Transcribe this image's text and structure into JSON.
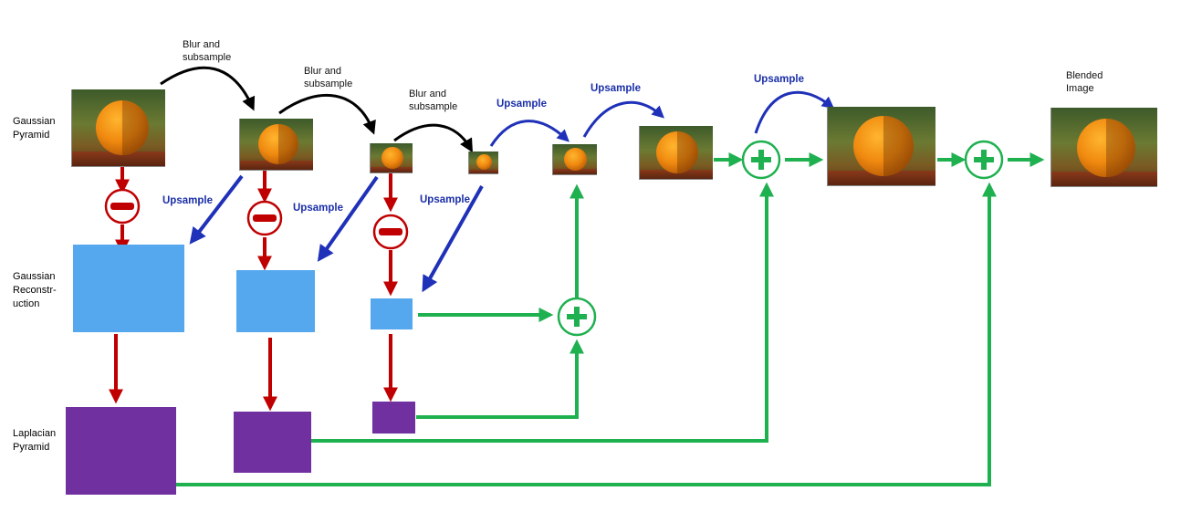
{
  "row_labels": {
    "gaussian_pyramid": [
      "Gaussian",
      "Pyramid"
    ],
    "gaussian_reconstruction": [
      "Gaussian",
      "Reconstr-",
      "uction"
    ],
    "laplacian_pyramid": [
      "Laplacian",
      "Pyramid"
    ]
  },
  "arrow_labels": {
    "blur_1": [
      "Blur and",
      "subsample"
    ],
    "blur_2": [
      "Blur and",
      "subsample"
    ],
    "blur_3": [
      "Blur and",
      "subsample"
    ],
    "upsample_top_1": "Upsample",
    "upsample_top_2": "Upsample",
    "upsample_top_3": "Upsample",
    "upsample_diag_1": "Upsample",
    "upsample_diag_2": "Upsample",
    "upsample_diag_3": "Upsample"
  },
  "output_label": [
    "Blended",
    "Image"
  ],
  "colors": {
    "reconstruction_box": "#55a8ee",
    "laplacian_box": "#7030a0",
    "subtract": "#c00000",
    "upsample_arrow": "#1f31b8",
    "add": "#1fb050",
    "blur_arrow": "#000000"
  },
  "icons": {
    "subtract": "minus-circle-icon",
    "add": "plus-circle-icon"
  }
}
